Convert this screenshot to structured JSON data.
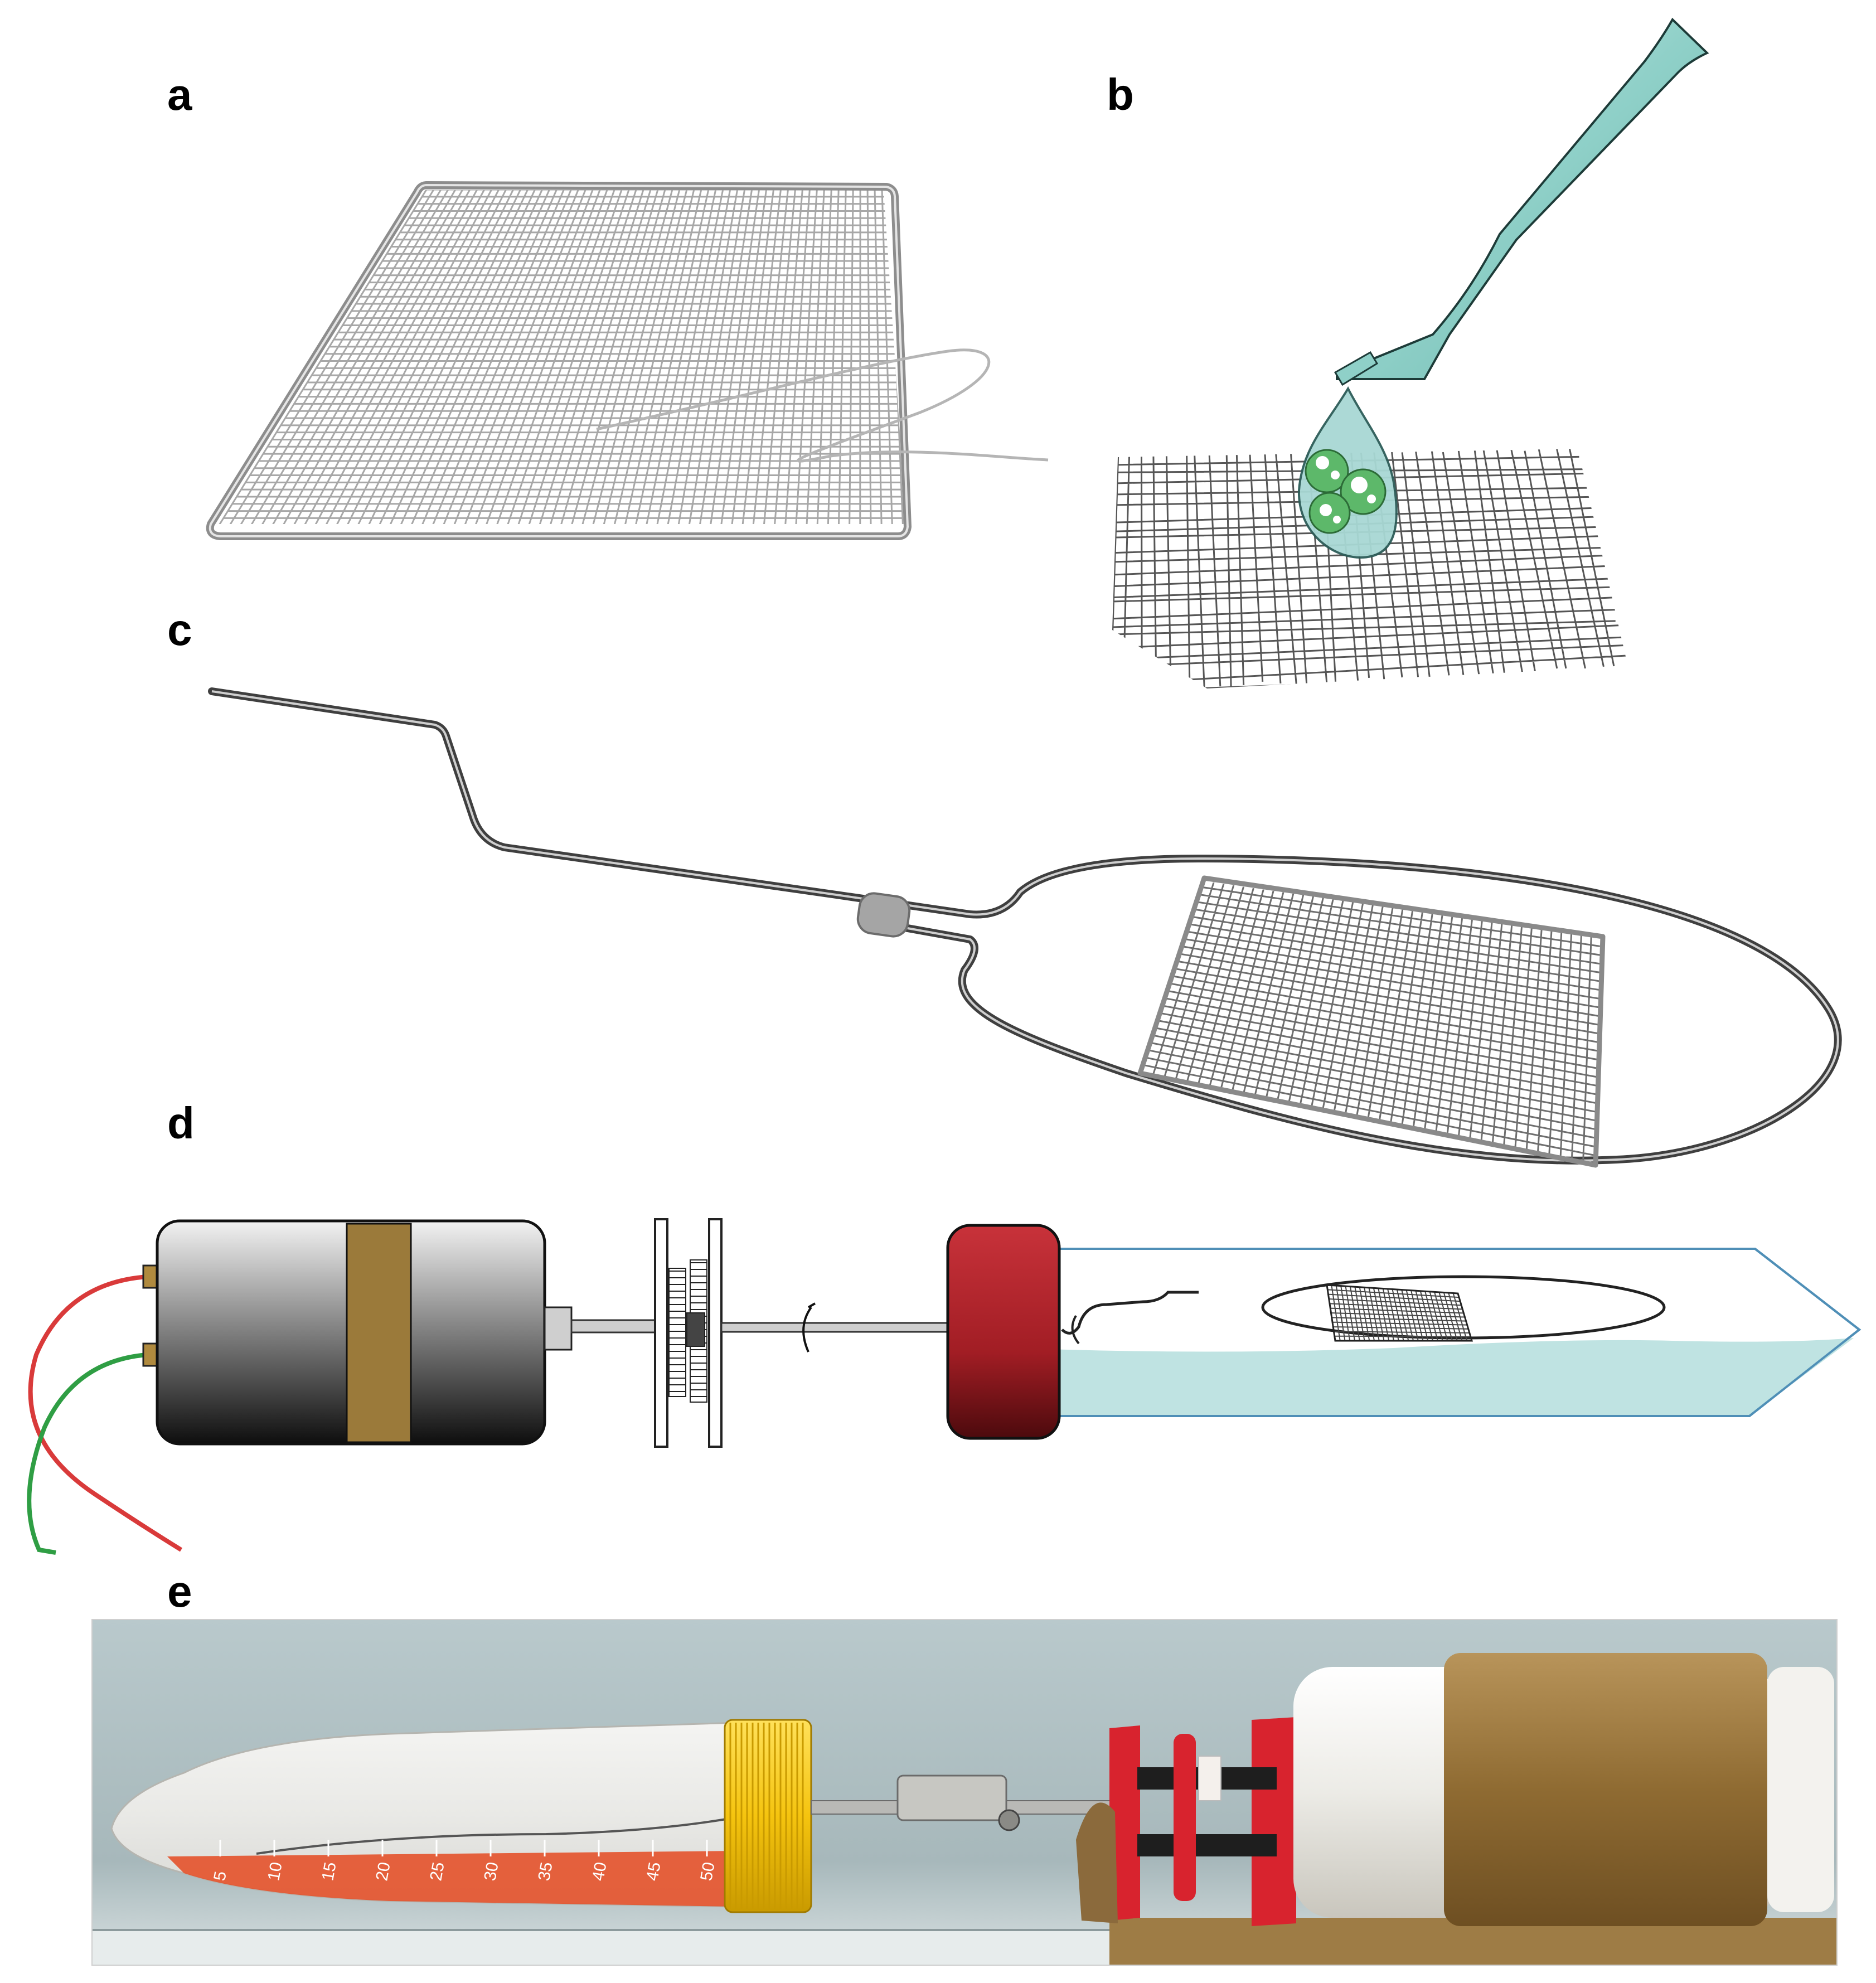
{
  "panels": {
    "a": {
      "label": "a"
    },
    "b": {
      "label": "b"
    },
    "c": {
      "label": "c"
    },
    "d": {
      "label": "d"
    },
    "e": {
      "label": "e"
    }
  },
  "tube_scale": [
    "5",
    "10",
    "15",
    "20",
    "25",
    "30",
    "35",
    "40",
    "45",
    "50"
  ],
  "colors": {
    "mesh_line": "#9a9a9a",
    "wire": "#555555",
    "droplet": "#a8d8d4",
    "cells": "#5db86a",
    "medium": "#bfe3e2",
    "cap_red": "#b3202a",
    "motor_band": "#9b7a3a",
    "wire_red": "#d93a3a",
    "wire_green": "#2f9e44",
    "photo_cap": "#f5cc13",
    "photo_medium": "#e4552f",
    "photo_wall": "#a9bcbf"
  }
}
